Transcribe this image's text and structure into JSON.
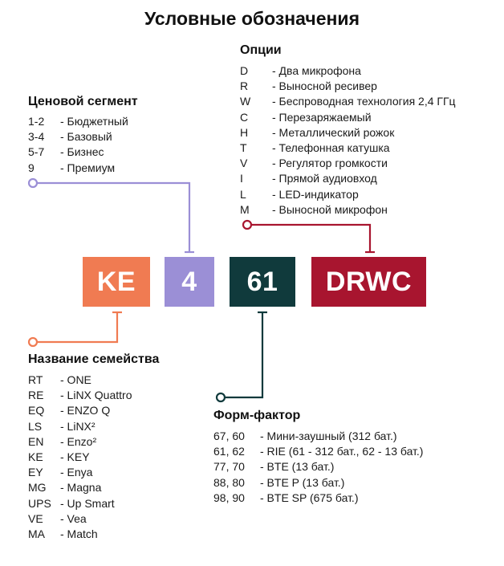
{
  "title": "Условные обозначения",
  "colors": {
    "family": "#f07b52",
    "price": "#9b8fd6",
    "form": "#103a3c",
    "options": "#a8152f"
  },
  "code": {
    "family": "KE",
    "price": "4",
    "form": "61",
    "options": "DRWC"
  },
  "price_segment": {
    "heading": "Ценовой сегмент",
    "items": [
      {
        "code": "1-2",
        "label": "- Бюджетный"
      },
      {
        "code": "3-4",
        "label": "- Базовый"
      },
      {
        "code": "5-7",
        "label": "- Бизнес"
      },
      {
        "code": "9",
        "label": "- Премиум"
      }
    ]
  },
  "options": {
    "heading": "Опции",
    "items": [
      {
        "code": "D",
        "label": "- Два микрофона"
      },
      {
        "code": "R",
        "label": "- Выносной ресивер"
      },
      {
        "code": "W",
        "label": "- Беспроводная технология 2,4 ГГц"
      },
      {
        "code": "C",
        "label": "- Перезаряжаемый"
      },
      {
        "code": "H",
        "label": "- Металлический рожок"
      },
      {
        "code": "T",
        "label": "- Телефонная катушка"
      },
      {
        "code": "V",
        "label": "- Регулятор громкости"
      },
      {
        "code": "I",
        "label": "- Прямой аудиовход"
      },
      {
        "code": "L",
        "label": "- LED-индикатор"
      },
      {
        "code": "M",
        "label": "- Выносной микрофон"
      }
    ]
  },
  "family": {
    "heading": "Название семейства",
    "items": [
      {
        "code": "RT",
        "label": "- ONE"
      },
      {
        "code": "RE",
        "label": "- LiNX Quattro"
      },
      {
        "code": "EQ",
        "label": "- ENZO Q"
      },
      {
        "code": "LS",
        "label": "- LiNX²"
      },
      {
        "code": "EN",
        "label": "- Enzo²"
      },
      {
        "code": "KE",
        "label": "- KEY"
      },
      {
        "code": "EY",
        "label": "- Enya"
      },
      {
        "code": "MG",
        "label": "- Magna"
      },
      {
        "code": "UPS",
        "label": "- Up Smart"
      },
      {
        "code": "VE",
        "label": "- Vea"
      },
      {
        "code": "MA",
        "label": "- Match"
      }
    ]
  },
  "form_factor": {
    "heading": "Форм-фактор",
    "items": [
      {
        "code": "67, 60",
        "label": "- Мини-заушный (312 бат.)"
      },
      {
        "code": "61, 62",
        "label": "- RIE (61 - 312 бат., 62 - 13 бат.)"
      },
      {
        "code": "77, 70",
        "label": "- BTE (13 бат.)"
      },
      {
        "code": "88, 80",
        "label": "- BTE P (13 бат.)"
      },
      {
        "code": "98, 90",
        "label": "- BTE SP (675 бат.)"
      }
    ]
  }
}
